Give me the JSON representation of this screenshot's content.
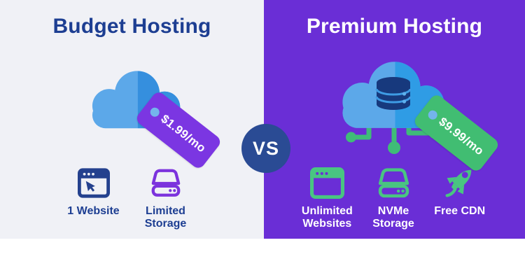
{
  "badge": {
    "vs_label": "VS"
  },
  "budget": {
    "title": "Budget Hosting",
    "price_tag": "$1.99/mo",
    "features": [
      {
        "icon": "browser-cursor-icon",
        "label": "1 Website"
      },
      {
        "icon": "storage-drive-icon",
        "label": "Limited Storage"
      }
    ]
  },
  "premium": {
    "title": "Premium Hosting",
    "price_tag": "$9.99/mo",
    "features": [
      {
        "icon": "browser-window-icon",
        "label": "Unlimited Websites"
      },
      {
        "icon": "storage-drive-icon",
        "label": "NVMe Storage"
      },
      {
        "icon": "rocket-icon",
        "label": "Free CDN"
      }
    ]
  },
  "colors": {
    "budget_panel_bg": "#F0F1F6",
    "premium_panel_bg": "#6A2ED6",
    "navy": "#1D3E92",
    "vs_circle": "#2A4B94",
    "cloud_light_blue": "#5CA8E9",
    "cloud_dark_blue": "#358FDE",
    "budget_tag_purple": "#7B36E2",
    "premium_tag_green": "#41BD72",
    "feature_green": "#49C581",
    "database_navy": "#17397D"
  }
}
